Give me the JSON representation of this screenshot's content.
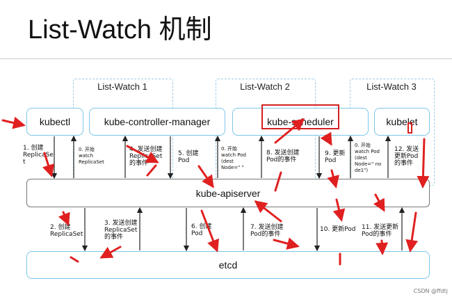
{
  "title": "List-Watch 机制",
  "groups": {
    "g1": "List-Watch 1",
    "g2": "List-Watch 2",
    "g3": "List-Watch 3"
  },
  "components": {
    "kubectl": "kubectl",
    "controller_manager": "kube-controller-manager",
    "scheduler": "kube-scheduler",
    "kubelet": "kubelet",
    "apiserver": "kube-apiserver",
    "etcd": "etcd"
  },
  "steps": {
    "s1": "1. 创建\nReplicaSe\nt",
    "s0a": "0. 开始\nwatch\nReplicaSet",
    "s4": "4. 发送创建\nReplicaSet\n的事件",
    "s5": "5. 创建\nPod",
    "s0b": "0. 开始\nwatch Pod\n(dest\nNode=\" \"",
    "s8": "8. 发送创建\nPod的事件",
    "s9": "9. 更新\nPod",
    "s0c": "0. 开始\nwatch Pod\n(dest\nNode=\" no\nde1\")",
    "s12": "12. 发送\n更新Pod\n的事件",
    "s2": "2. 创建\nReplicaSet",
    "s3": "3. 发送创建\nReplicaSet\n的事件",
    "s6": "6. 创建\nPod",
    "s7": "7. 发送创建\nPod的事件",
    "s10": "10. 更新Pod",
    "s11": "11. 发送更新\nPod的事件"
  },
  "watermark": "CSDN @ffdtj",
  "colors": {
    "component_border": "#7cc6e8",
    "group_border": "#9ecbe8",
    "annotation_red": "#e02020",
    "arrow": "#222222"
  }
}
